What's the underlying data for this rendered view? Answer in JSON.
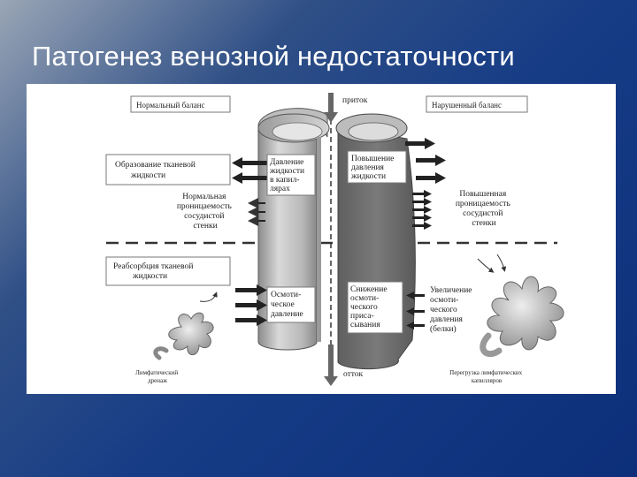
{
  "slide": {
    "title": "Патогенез венозной недостаточности"
  },
  "diagram": {
    "normal_balance": "Нормальный баланс",
    "impaired_balance": "Нарушенный баланс",
    "inflow": "приток",
    "outflow": "отток",
    "tissue_fluid_formation": [
      "Образование тканевой",
      "жидкости"
    ],
    "normal_permeability": [
      "Нормальная",
      "проницаемость",
      "сосудистой",
      "стенки"
    ],
    "capillary_pressure": [
      "Давление",
      "жидкости",
      "в капил-",
      "лярах"
    ],
    "increased_pressure": [
      "Повышение",
      "давления",
      "жидкости"
    ],
    "increased_permeability": [
      "Повышенная",
      "проницаемость",
      "сосудистой",
      "стенки"
    ],
    "tissue_fluid_reabsorption": [
      "Реабсорбция тканевой",
      "жидкости"
    ],
    "osmotic_pressure": [
      "Осмоти-",
      "ческое",
      "давление"
    ],
    "decreased_osmotic_suction": [
      "Снижение",
      "осмоти-",
      "ческого",
      "приса-",
      "сывания"
    ],
    "increased_osmotic_pressure": [
      "Увеличение",
      "осмоти-",
      "ческого",
      "давления",
      "(белки)"
    ],
    "lymph_drainage": [
      "Лимфатический",
      "дренаж"
    ],
    "lymph_overload": [
      "Перегрузка лимфатических",
      "капилляров"
    ]
  }
}
